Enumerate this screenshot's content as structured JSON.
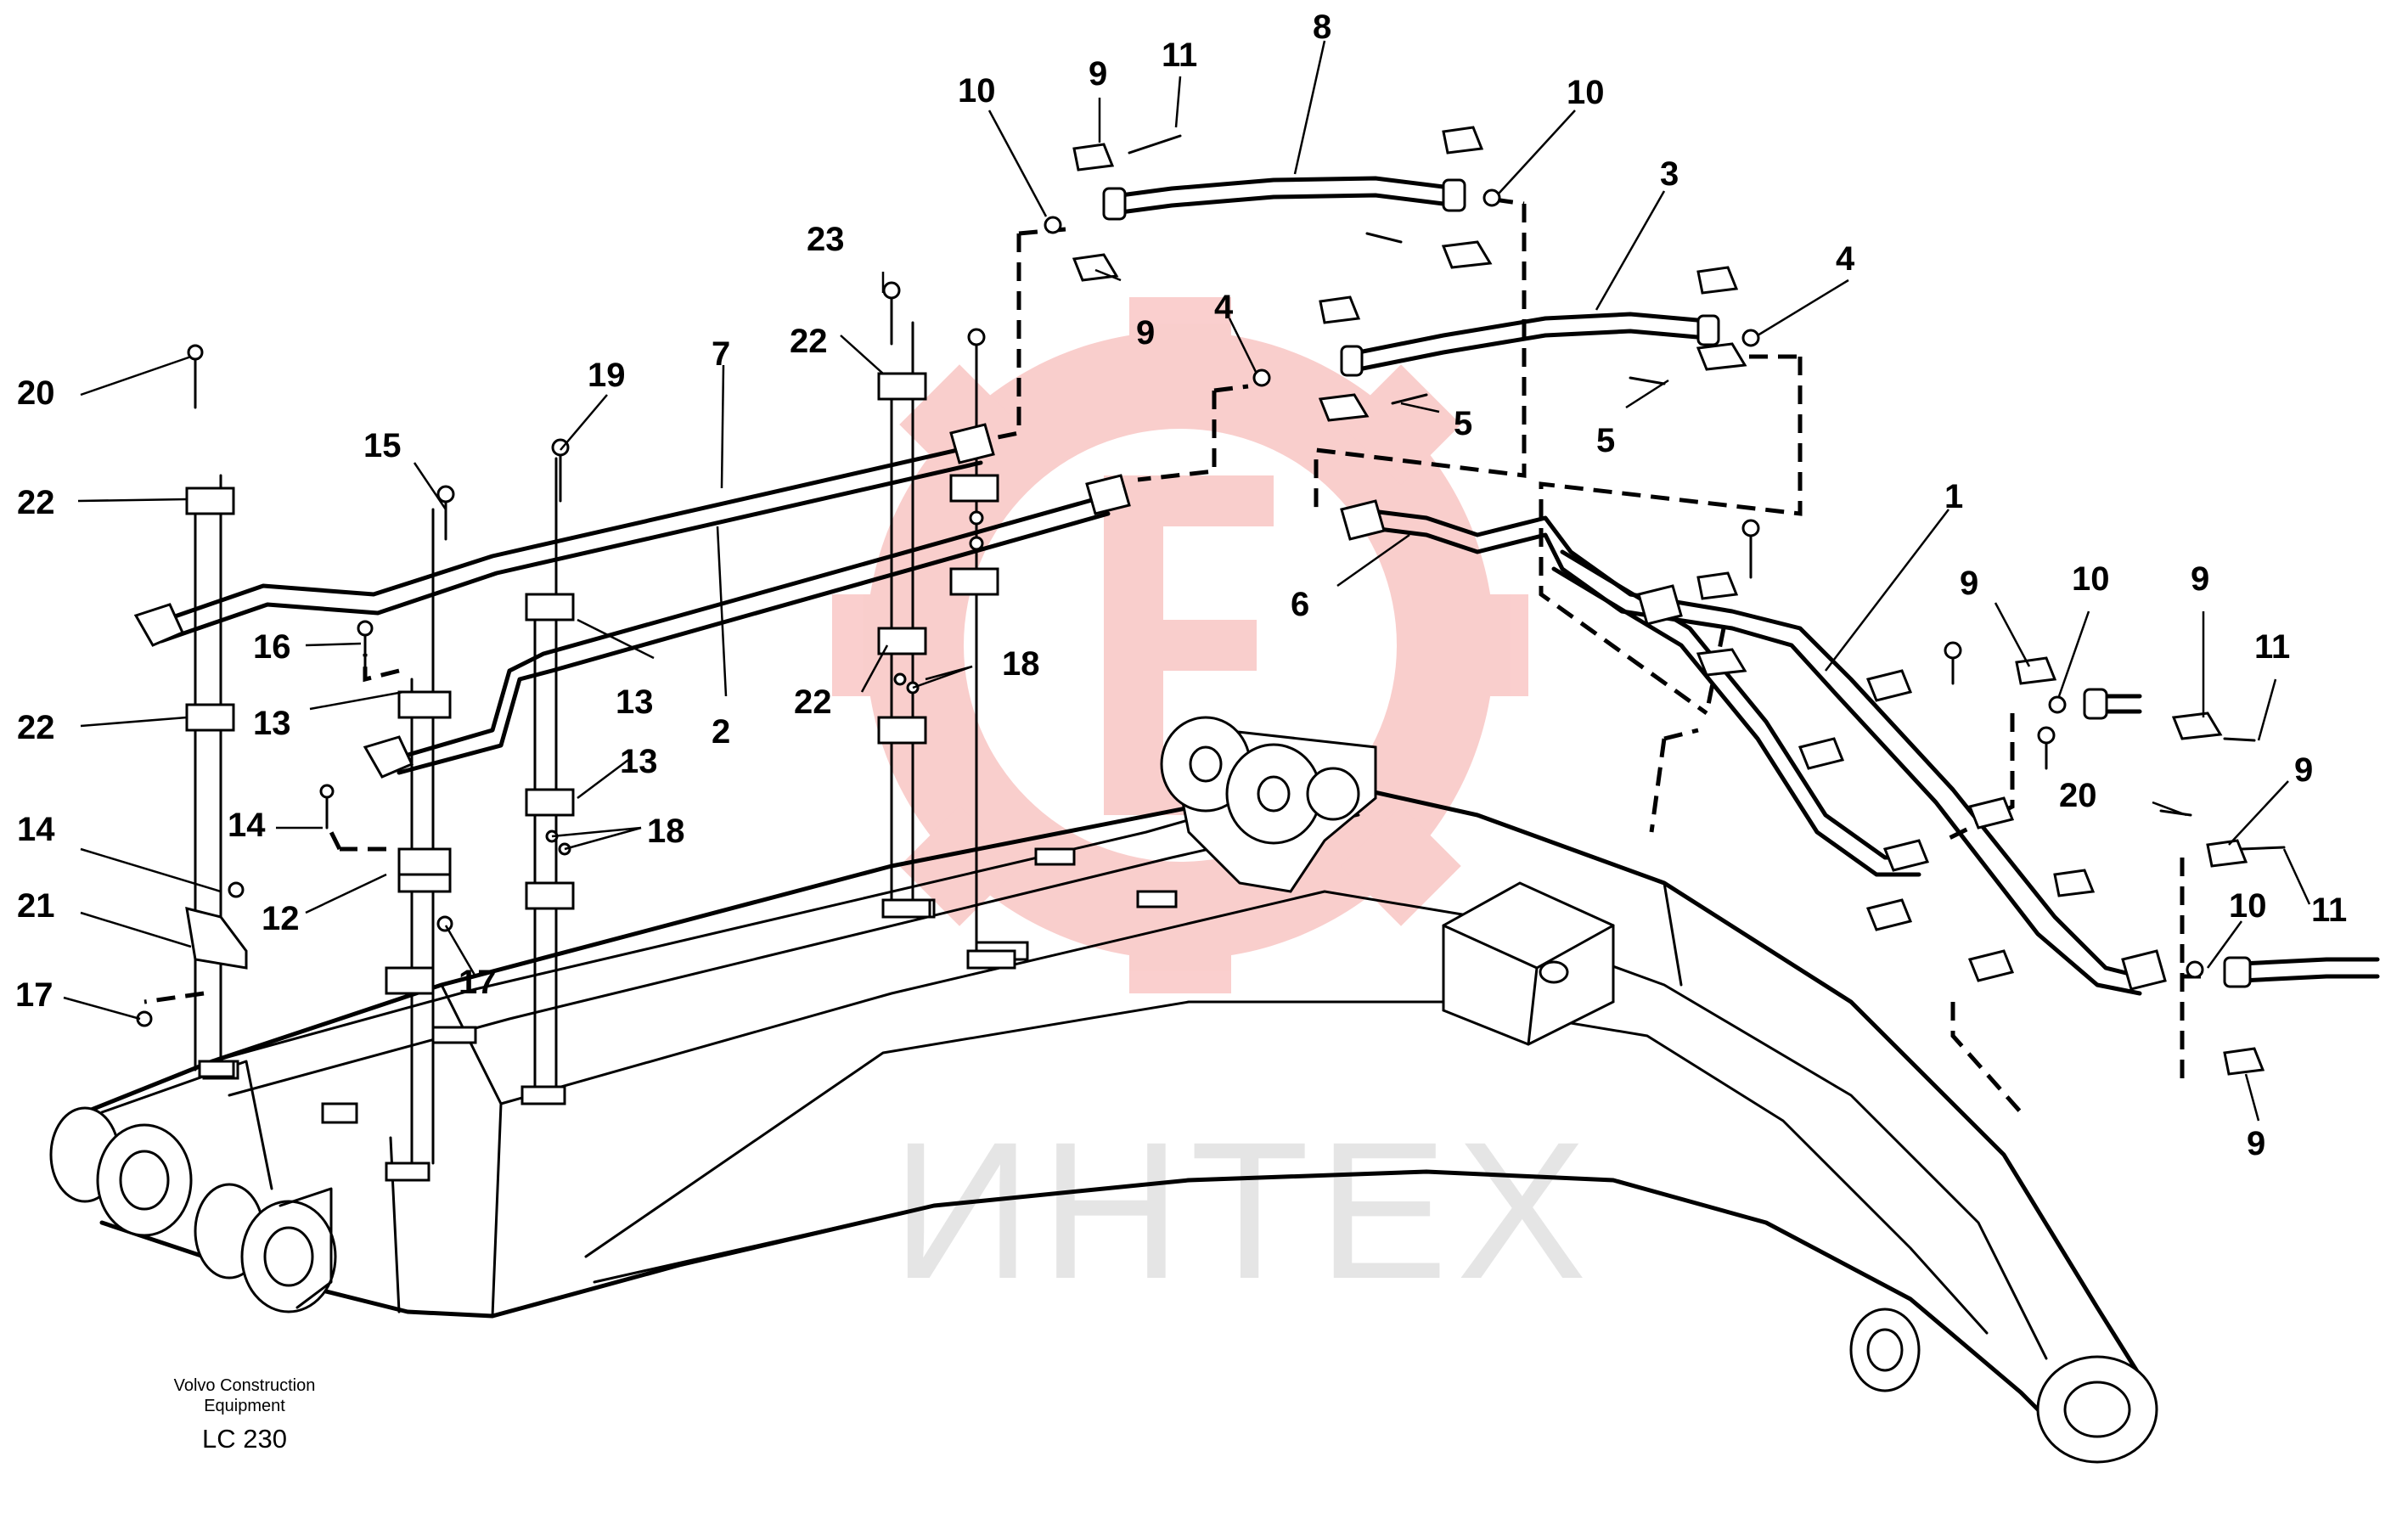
{
  "watermark": {
    "text": "ИНТЕХ",
    "color": "#e8231e"
  },
  "caption": {
    "line1": "Volvo Construction",
    "line2": "Equipment",
    "model": "LC 230"
  },
  "callouts": [
    {
      "id": "c8",
      "text": "8"
    },
    {
      "id": "c9a",
      "text": "9"
    },
    {
      "id": "c11a",
      "text": "11"
    },
    {
      "id": "c10a",
      "text": "10"
    },
    {
      "id": "c10b",
      "text": "10"
    },
    {
      "id": "c3",
      "text": "3"
    },
    {
      "id": "c23",
      "text": "23"
    },
    {
      "id": "c9b",
      "text": "9"
    },
    {
      "id": "c4a",
      "text": "4"
    },
    {
      "id": "c4b",
      "text": "4"
    },
    {
      "id": "c22a",
      "text": "22"
    },
    {
      "id": "c7",
      "text": "7"
    },
    {
      "id": "c19",
      "text": "19"
    },
    {
      "id": "c20a",
      "text": "20"
    },
    {
      "id": "c5a",
      "text": "5"
    },
    {
      "id": "c5b",
      "text": "5"
    },
    {
      "id": "c15",
      "text": "15"
    },
    {
      "id": "c22b",
      "text": "22"
    },
    {
      "id": "c1",
      "text": "1"
    },
    {
      "id": "c6",
      "text": "6"
    },
    {
      "id": "c9c",
      "text": "9"
    },
    {
      "id": "c10c",
      "text": "10"
    },
    {
      "id": "c9d",
      "text": "9"
    },
    {
      "id": "c16",
      "text": "16"
    },
    {
      "id": "c13a",
      "text": "13"
    },
    {
      "id": "c18a",
      "text": "18"
    },
    {
      "id": "c11b",
      "text": "11"
    },
    {
      "id": "c22c",
      "text": "22"
    },
    {
      "id": "c2",
      "text": "2"
    },
    {
      "id": "c22d",
      "text": "22"
    },
    {
      "id": "c13b",
      "text": "13"
    },
    {
      "id": "c13c",
      "text": "13"
    },
    {
      "id": "c9e",
      "text": "9"
    },
    {
      "id": "c20b",
      "text": "20"
    },
    {
      "id": "c14a",
      "text": "14"
    },
    {
      "id": "c14b",
      "text": "14"
    },
    {
      "id": "c18b",
      "text": "18"
    },
    {
      "id": "c21",
      "text": "21"
    },
    {
      "id": "c12",
      "text": "12"
    },
    {
      "id": "c10d",
      "text": "10"
    },
    {
      "id": "c11c",
      "text": "11"
    },
    {
      "id": "c17a",
      "text": "17"
    },
    {
      "id": "c17b",
      "text": "17"
    },
    {
      "id": "c9f",
      "text": "9"
    }
  ]
}
